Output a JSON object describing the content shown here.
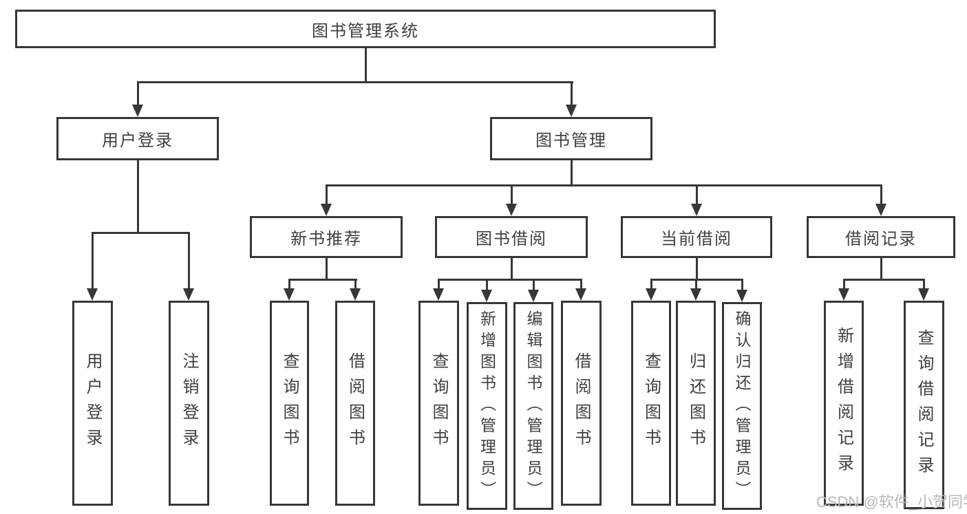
{
  "tree": {
    "label": "图书管理系统",
    "children": [
      {
        "label": "用户登录",
        "children": [
          {
            "label": "用户登录"
          },
          {
            "label": "注销登录"
          }
        ]
      },
      {
        "label": "图书管理",
        "children": [
          {
            "label": "新书推荐",
            "children": [
              {
                "label": "查询图书"
              },
              {
                "label": "借阅图书"
              }
            ]
          },
          {
            "label": "图书借阅",
            "children": [
              {
                "label": "查询图书"
              },
              {
                "label": "新增图书（管理员）"
              },
              {
                "label": "编辑图书（管理员）"
              },
              {
                "label": "借阅图书"
              }
            ]
          },
          {
            "label": "当前借阅",
            "children": [
              {
                "label": "查询图书"
              },
              {
                "label": "归还图书"
              },
              {
                "label": "确认归还（管理员）"
              }
            ]
          },
          {
            "label": "借阅记录",
            "children": [
              {
                "label": "新增借阅记录"
              },
              {
                "label": "查询借阅记录"
              }
            ]
          }
        ]
      }
    ]
  },
  "watermark": {
    "text": "CSDN @软件_小贺同学"
  },
  "colors": {
    "line": "#373737",
    "box_border": "#373737",
    "text": "#3f3f3f",
    "background": "#ffffff",
    "watermark": "#b8b8b8"
  }
}
